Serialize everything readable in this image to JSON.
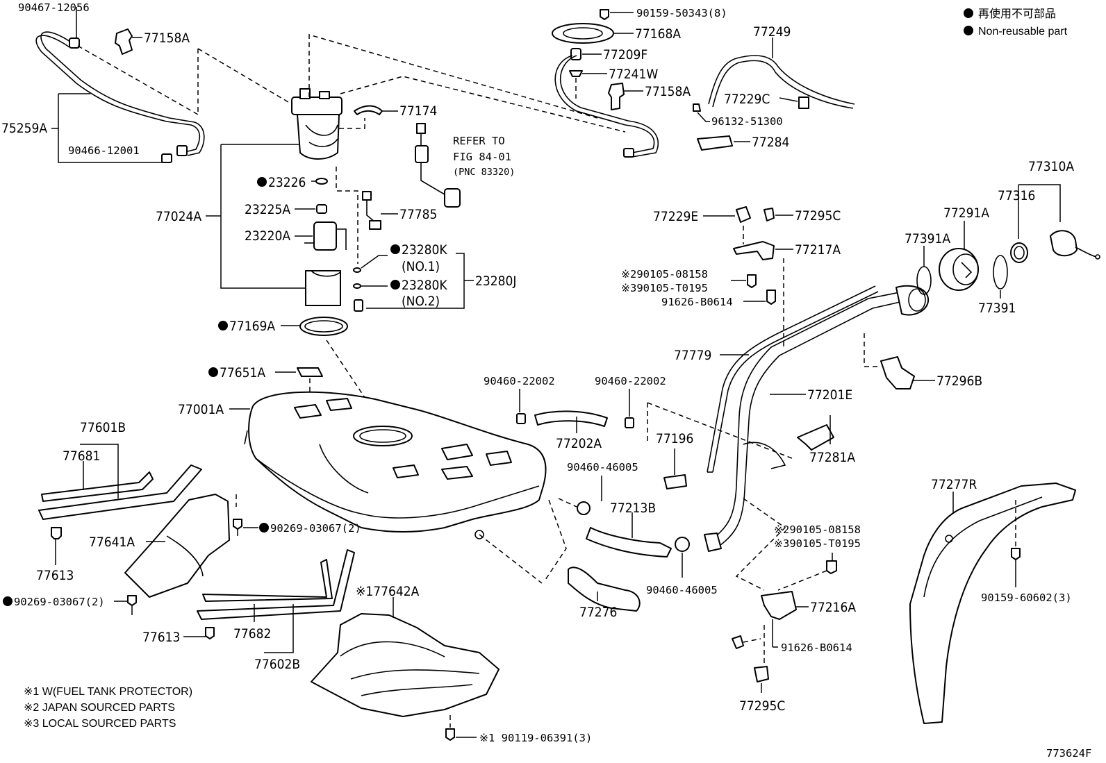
{
  "legend": {
    "jp": "再使用不可部品",
    "en": "Non-reusable part"
  },
  "refer": {
    "line1": "REFER TO",
    "line2": "FIG 84-01",
    "line3": "(PNC 83320)"
  },
  "notes": {
    "n1": "※1 W(FUEL TANK PROTECTOR)",
    "n2": "※2 JAPAN SOURCED PARTS",
    "n3": "※3 LOCAL SOURCED PARTS"
  },
  "figure_code": "773624F",
  "labels": {
    "p90467_12056": "90467-12056",
    "p77158A_l": "77158A",
    "p75259A": "75259A",
    "p90466_12001": "90466-12001",
    "p77174": "77174",
    "p23226": "23226",
    "p23225A": "23225A",
    "p77024A": "77024A",
    "p23220A": "23220A",
    "p77785": "77785",
    "p23280K_1": "23280K",
    "no1": "(NO.1)",
    "p23280J": "23280J",
    "p23280K_2": "23280K",
    "no2": "(NO.2)",
    "p77169A": "77169A",
    "p77651A": "77651A",
    "p77001A": "77001A",
    "p77601B": "77601B",
    "p77681": "77681",
    "p77613_a": "77613",
    "p77641A": "77641A",
    "p90269_a": "90269-03067(2)",
    "p90269_b": "90269-03067(2)",
    "p77613_b": "77613",
    "p77682": "77682",
    "p77602B": "77602B",
    "p77642A": "※177642A",
    "p90119": "※1 90119-06391(3)",
    "p90159_50343": "90159-50343(8)",
    "p77168A": "77168A",
    "p77209F": "77209F",
    "p77241W": "77241W",
    "p77158A_r": "77158A",
    "p77249": "77249",
    "p77229C": "77229C",
    "p96132": "96132-51300",
    "p77284": "77284",
    "p90460_22002_a": "90460-22002",
    "p90460_22002_b": "90460-22002",
    "p77202A": "77202A",
    "p77196": "77196",
    "p90460_46005_a": "90460-46005",
    "p77213B": "77213B",
    "p77276": "77276",
    "p90460_46005_b": "90460-46005",
    "p77229E": "77229E",
    "p77295C_t": "77295C",
    "p77217A": "77217A",
    "p90105_08158_a": "※290105-08158",
    "p90105_T0195_a": "※390105-T0195",
    "p91626_a": "91626-B0614",
    "p77779": "77779",
    "p77201E": "77201E",
    "p77281A": "77281A",
    "p90105_08158_b": "※290105-08158",
    "p90105_T0195_b": "※390105-T0195",
    "p77216A": "77216A",
    "p91626_b": "91626-B0614",
    "p77295C_b": "77295C",
    "p77310A": "77310A",
    "p77316": "77316",
    "p77291A": "77291A",
    "p77391A": "77391A",
    "p77391": "77391",
    "p77296B": "77296B",
    "p77277R": "77277R",
    "p90159_60602": "90159-60602(3)"
  }
}
